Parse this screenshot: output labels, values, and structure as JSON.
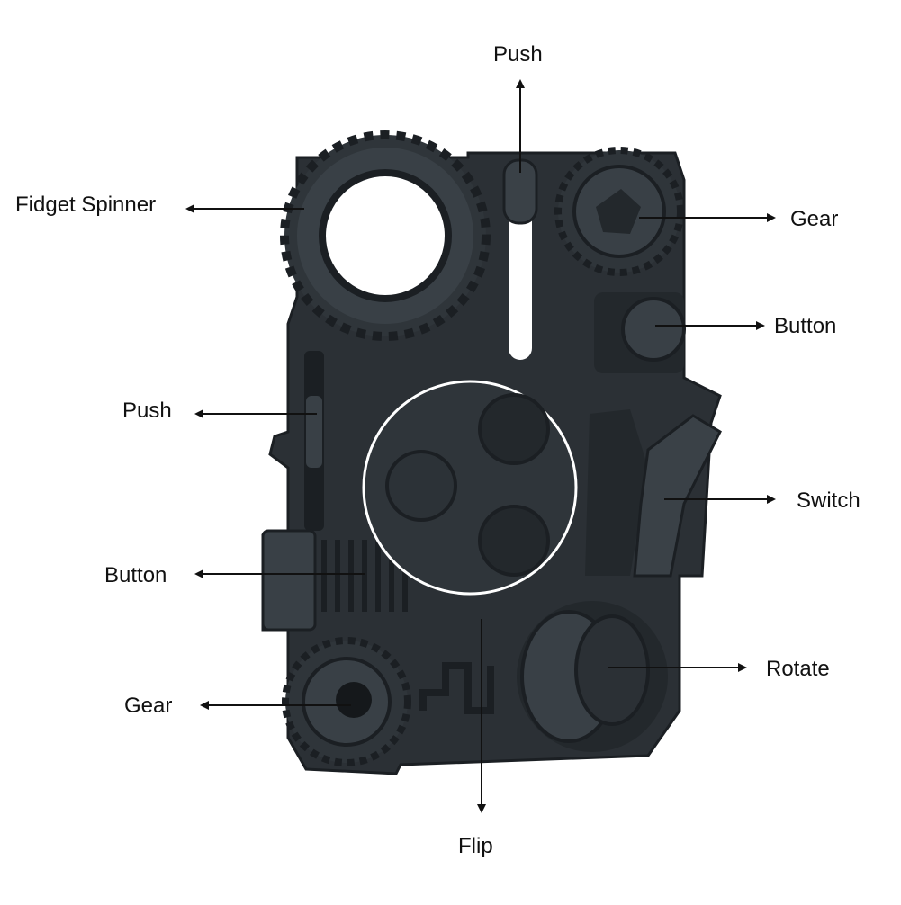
{
  "labels": {
    "push_top": "Push",
    "fidget_spinner": "Fidget Spinner",
    "gear_top": "Gear",
    "button_right": "Button",
    "push_left": "Push",
    "switch": "Switch",
    "button_left": "Button",
    "rotate": "Rotate",
    "gear_bottom": "Gear",
    "flip": "Flip"
  },
  "colors": {
    "background": "#ffffff",
    "toy_body": "#2b3035",
    "toy_dark": "#1b1f23",
    "toy_light": "#4a5157",
    "text": "#111111",
    "arrow": "#111111",
    "circle_outline": "#ffffff"
  }
}
